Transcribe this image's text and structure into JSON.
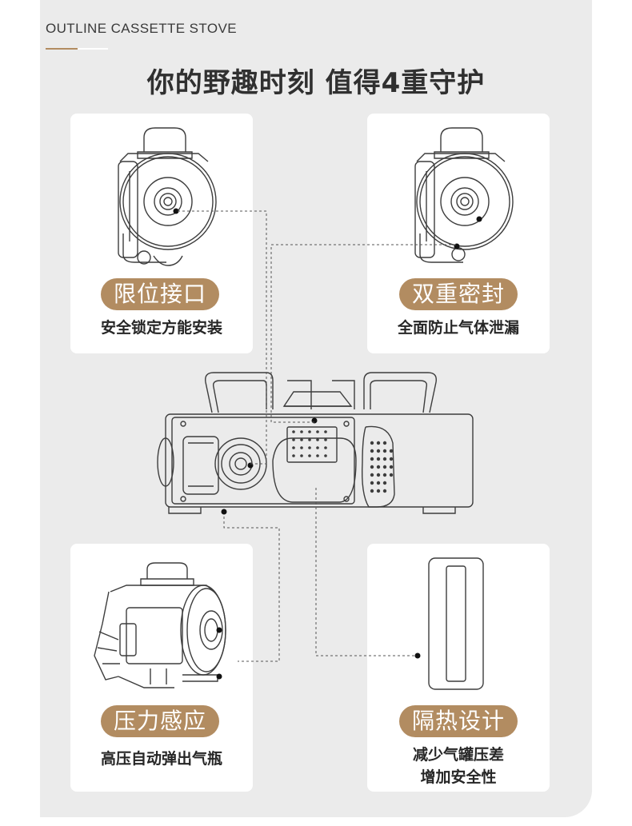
{
  "brand": {
    "label": "OUTLINE CASSETTE STOVE"
  },
  "headline": "你的野趣时刻 值得4重守护",
  "features": [
    {
      "title": "限位接口",
      "caption": [
        "安全锁定方能安装"
      ]
    },
    {
      "title": "双重密封",
      "caption": [
        "全面防止气体泄漏"
      ]
    },
    {
      "title": "压力感应",
      "caption": [
        "高压自动弹出气瓶"
      ]
    },
    {
      "title": "隔热设计",
      "caption": [
        "减少气罐压差",
        "增加安全性"
      ]
    }
  ],
  "colors": {
    "accent": "#b28c61",
    "panel": "#ebebeb",
    "card": "#ffffff",
    "line": "#3d3d3d"
  }
}
